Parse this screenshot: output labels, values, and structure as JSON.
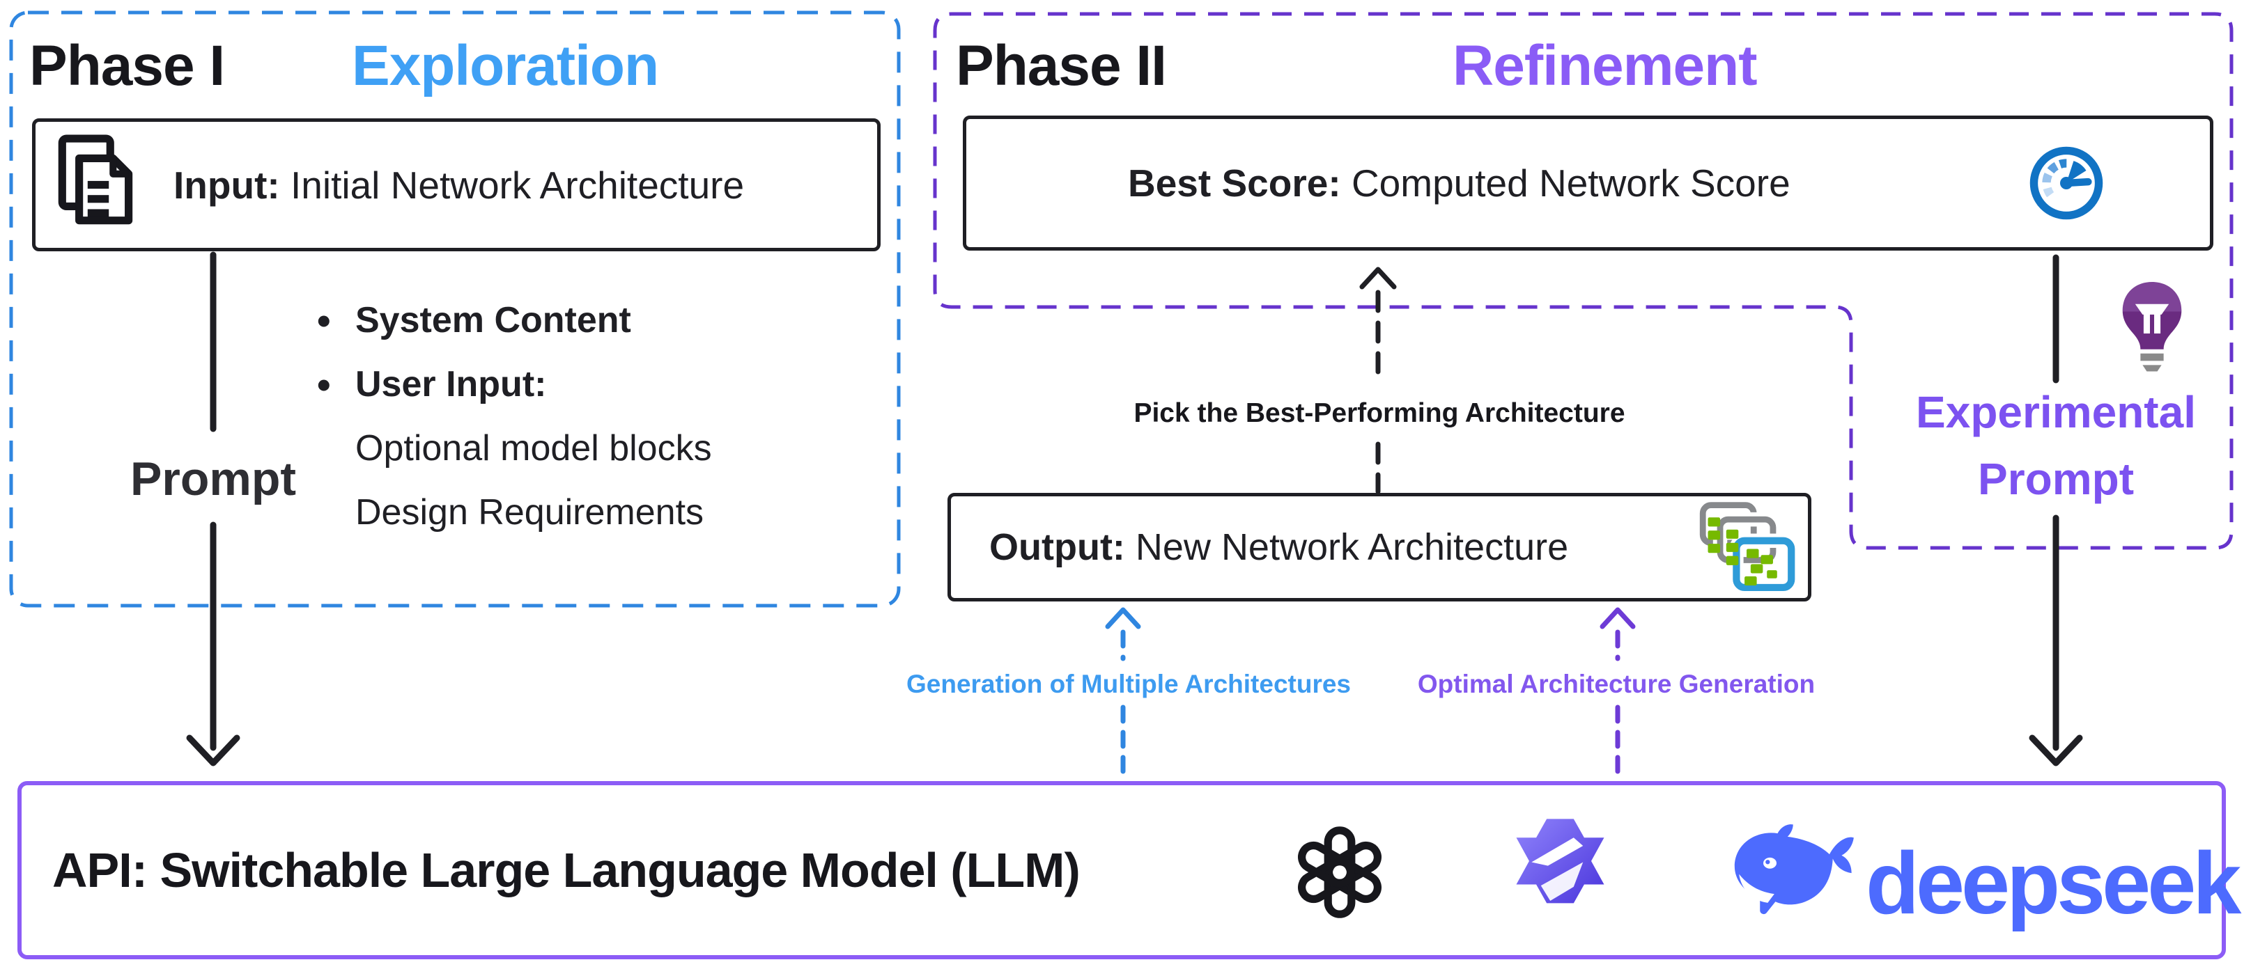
{
  "colors": {
    "ink": "#1F1F24",
    "blue-dash": "#2F86E0",
    "blue-title": "#3FA0F5",
    "blue-label": "#3D9BF0",
    "purple-dash": "#6633CC",
    "purple-title": "#8A5CF6",
    "purple-text": "#7C52F0",
    "purple-label": "#8257EE",
    "api-border": "#8C5CF6",
    "deepseek-blue": "#4D6BFE",
    "gauge-blue": "#1173C4"
  },
  "phase1": {
    "label": "Phase I",
    "title": "Exploration",
    "input_label": "Input:",
    "input_text": " Initial Network Architecture",
    "bullets": [
      {
        "text": "System Content"
      },
      {
        "text": "User Input:"
      },
      {
        "text": "Optional model blocks"
      },
      {
        "text": "Design Requirements"
      }
    ],
    "prompt_label": "Prompt"
  },
  "phase2": {
    "label": "Phase II",
    "title": "Refinement",
    "best_score_label": "Best Score:",
    "best_score_text": " Computed Network Score",
    "pick_label": "Pick the Best-Performing Architecture",
    "output_label": "Output:",
    "output_text": " New Network Architecture",
    "experimental_prompt_line1": "Experimental",
    "experimental_prompt_line2": "Prompt"
  },
  "llm_arrows": {
    "generation_label": "Generation of Multiple Architectures",
    "optimal_label": "Optimal Architecture Generation"
  },
  "api": {
    "title": "API: Switchable Large Language Model (LLM)",
    "deepseek_wordmark": "deepseek",
    "providers": [
      "openai",
      "qwen",
      "deepseek"
    ]
  }
}
